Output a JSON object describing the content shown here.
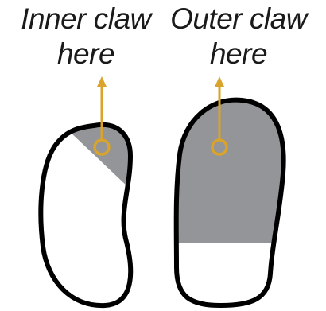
{
  "labels": {
    "inner": {
      "line1": "Inner claw",
      "line2": "here"
    },
    "outer": {
      "line1": "Outer claw",
      "line2": "here"
    }
  },
  "colors": {
    "outline": "#000000",
    "shade": "#939598",
    "marker": "#DAA32B",
    "background": "#FFFFFF"
  },
  "icons": {
    "inner_marker": "arrow-up-with-ring",
    "outer_marker": "arrow-up-with-ring"
  }
}
